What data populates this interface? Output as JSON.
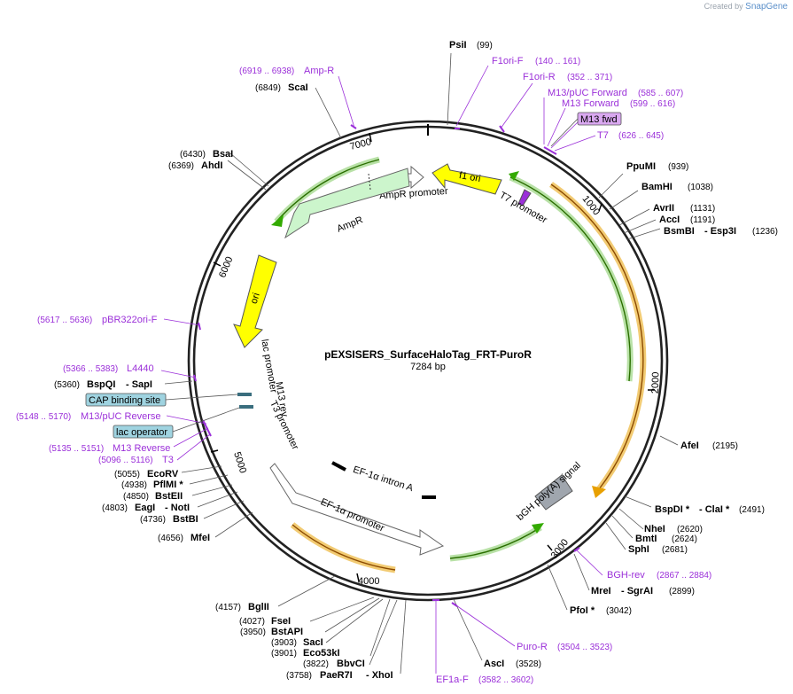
{
  "brand": {
    "created_by": "Created by",
    "name": "SnapGene"
  },
  "title": "pEXSISERS_SurfaceHaloTag_FRT-PuroR",
  "length": "7284 bp",
  "ticks": [
    "1000",
    "2000",
    "3000",
    "4000",
    "5000",
    "6000",
    "7000"
  ],
  "enzymes": [
    {
      "pos": "(99)",
      "name": "PsiI",
      "extra": ""
    },
    {
      "pos": "(939)",
      "name": "PpuMI",
      "extra": ""
    },
    {
      "pos": "(1038)",
      "name": "BamHI",
      "extra": ""
    },
    {
      "pos": "(1131)",
      "name": "AvrII",
      "extra": ""
    },
    {
      "pos": "(1191)",
      "name": "AccI",
      "extra": ""
    },
    {
      "pos": "(1236)",
      "name": "BsmBI",
      "extra": "- Esp3I"
    },
    {
      "pos": "(2195)",
      "name": "AfeI",
      "extra": ""
    },
    {
      "pos": "(2491)",
      "name": "BspDI *",
      "extra": "- ClaI *"
    },
    {
      "pos": "(2620)",
      "name": "NheI",
      "extra": ""
    },
    {
      "pos": "(2624)",
      "name": "BmtI",
      "extra": ""
    },
    {
      "pos": "(2681)",
      "name": "SphI",
      "extra": ""
    },
    {
      "pos": "(2899)",
      "name": "MreI",
      "extra": "- SgrAI"
    },
    {
      "pos": "(3042)",
      "name": "PfoI *",
      "extra": ""
    },
    {
      "pos": "(3528)",
      "name": "AscI",
      "extra": ""
    },
    {
      "pos": "(3758)",
      "name": "PaeR7I",
      "extra": "- XhoI"
    },
    {
      "pos": "(3822)",
      "name": "BbvCI",
      "extra": ""
    },
    {
      "pos": "(3901)",
      "name": "Eco53kI",
      "extra": ""
    },
    {
      "pos": "(3903)",
      "name": "SacI",
      "extra": ""
    },
    {
      "pos": "(3950)",
      "name": "BstAPI",
      "extra": ""
    },
    {
      "pos": "(4027)",
      "name": "FseI",
      "extra": ""
    },
    {
      "pos": "(4157)",
      "name": "BglII",
      "extra": ""
    },
    {
      "pos": "(4656)",
      "name": "MfeI",
      "extra": ""
    },
    {
      "pos": "(4736)",
      "name": "BstBI",
      "extra": ""
    },
    {
      "pos": "(4803)",
      "name": "EagI",
      "extra": "- NotI"
    },
    {
      "pos": "(4850)",
      "name": "BstEII",
      "extra": ""
    },
    {
      "pos": "(4938)",
      "name": "PflMI *",
      "extra": ""
    },
    {
      "pos": "(5055)",
      "name": "EcoRV",
      "extra": ""
    },
    {
      "pos": "(5360)",
      "name": "BspQI",
      "extra": "- SapI"
    },
    {
      "pos": "(6369)",
      "name": "AhdI",
      "extra": ""
    },
    {
      "pos": "(6430)",
      "name": "BsaI",
      "extra": ""
    },
    {
      "pos": "(6849)",
      "name": "ScaI",
      "extra": ""
    }
  ],
  "primers": [
    {
      "name": "Amp-R",
      "range": "(6919 .. 6938)"
    },
    {
      "name": "F1ori-F",
      "range": "(140 .. 161)"
    },
    {
      "name": "F1ori-R",
      "range": "(352 .. 371)"
    },
    {
      "name": "M13/pUC Forward",
      "range": "(585 .. 607)"
    },
    {
      "name": "M13 Forward",
      "range": "(599 .. 616)"
    },
    {
      "name": "T7",
      "range": "(626 .. 645)"
    },
    {
      "name": "BGH-rev",
      "range": "(2867 .. 2884)"
    },
    {
      "name": "Puro-R",
      "range": "(3504 .. 3523)"
    },
    {
      "name": "EF1a-F",
      "range": "(3582 .. 3602)"
    },
    {
      "name": "pBR322ori-F",
      "range": "(5617 .. 5636)"
    },
    {
      "name": "L4440",
      "range": "(5366 .. 5383)"
    },
    {
      "name": "M13/pUC Reverse",
      "range": "(5148 .. 5170)"
    },
    {
      "name": "M13 Reverse",
      "range": "(5135 .. 5151)"
    },
    {
      "name": "T3",
      "range": "(5096 .. 5116)"
    }
  ],
  "boxes": {
    "m13fwd": "M13 fwd",
    "cap": "CAP binding site",
    "lacop": "lac operator"
  },
  "features": {
    "f1ori": "f1 ori",
    "ampr": "AmpR",
    "ampr_promoter": "AmpR promoter",
    "t7_promoter": "T7 promoter",
    "ori": "ori",
    "lac_promoter": "lac promoter",
    "m13rev": "M13 rev",
    "t3_promoter": "T3 promoter",
    "ef1a_intron": "EF-1α intron A",
    "ef1a_promoter": "EF-1α promoter",
    "bgh": "bGH poly(A) signal"
  },
  "colors": {
    "primer": "#9b30d9",
    "ori": "#ffff00",
    "ampr": "#ccf5cc",
    "orf_green": "#33aa00",
    "orf_orange": "#e8a000",
    "polyA": "#a0a6ae",
    "box_blue": "#9fd3e0",
    "box_purple": "#d9a8f0"
  }
}
